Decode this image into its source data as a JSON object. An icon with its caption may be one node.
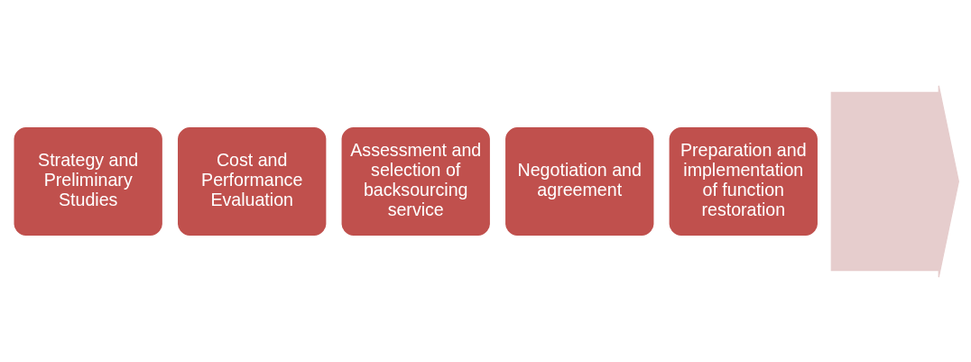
{
  "diagram": {
    "nodes": [
      {
        "text": [],
        "shape": "arrow"
      },
      {
        "text": [
          "Strategy and Preliminary Studies"
        ]
      },
      {
        "text": [
          "Cost and Performance Evaluation"
        ]
      },
      {
        "text": [
          "Assessment and selection of backsourcing service"
        ]
      },
      {
        "text": [
          "Negotiation and agreement"
        ]
      },
      {
        "text": [
          "Preparation and implementation of function restoration"
        ]
      }
    ],
    "edges": []
  }
}
